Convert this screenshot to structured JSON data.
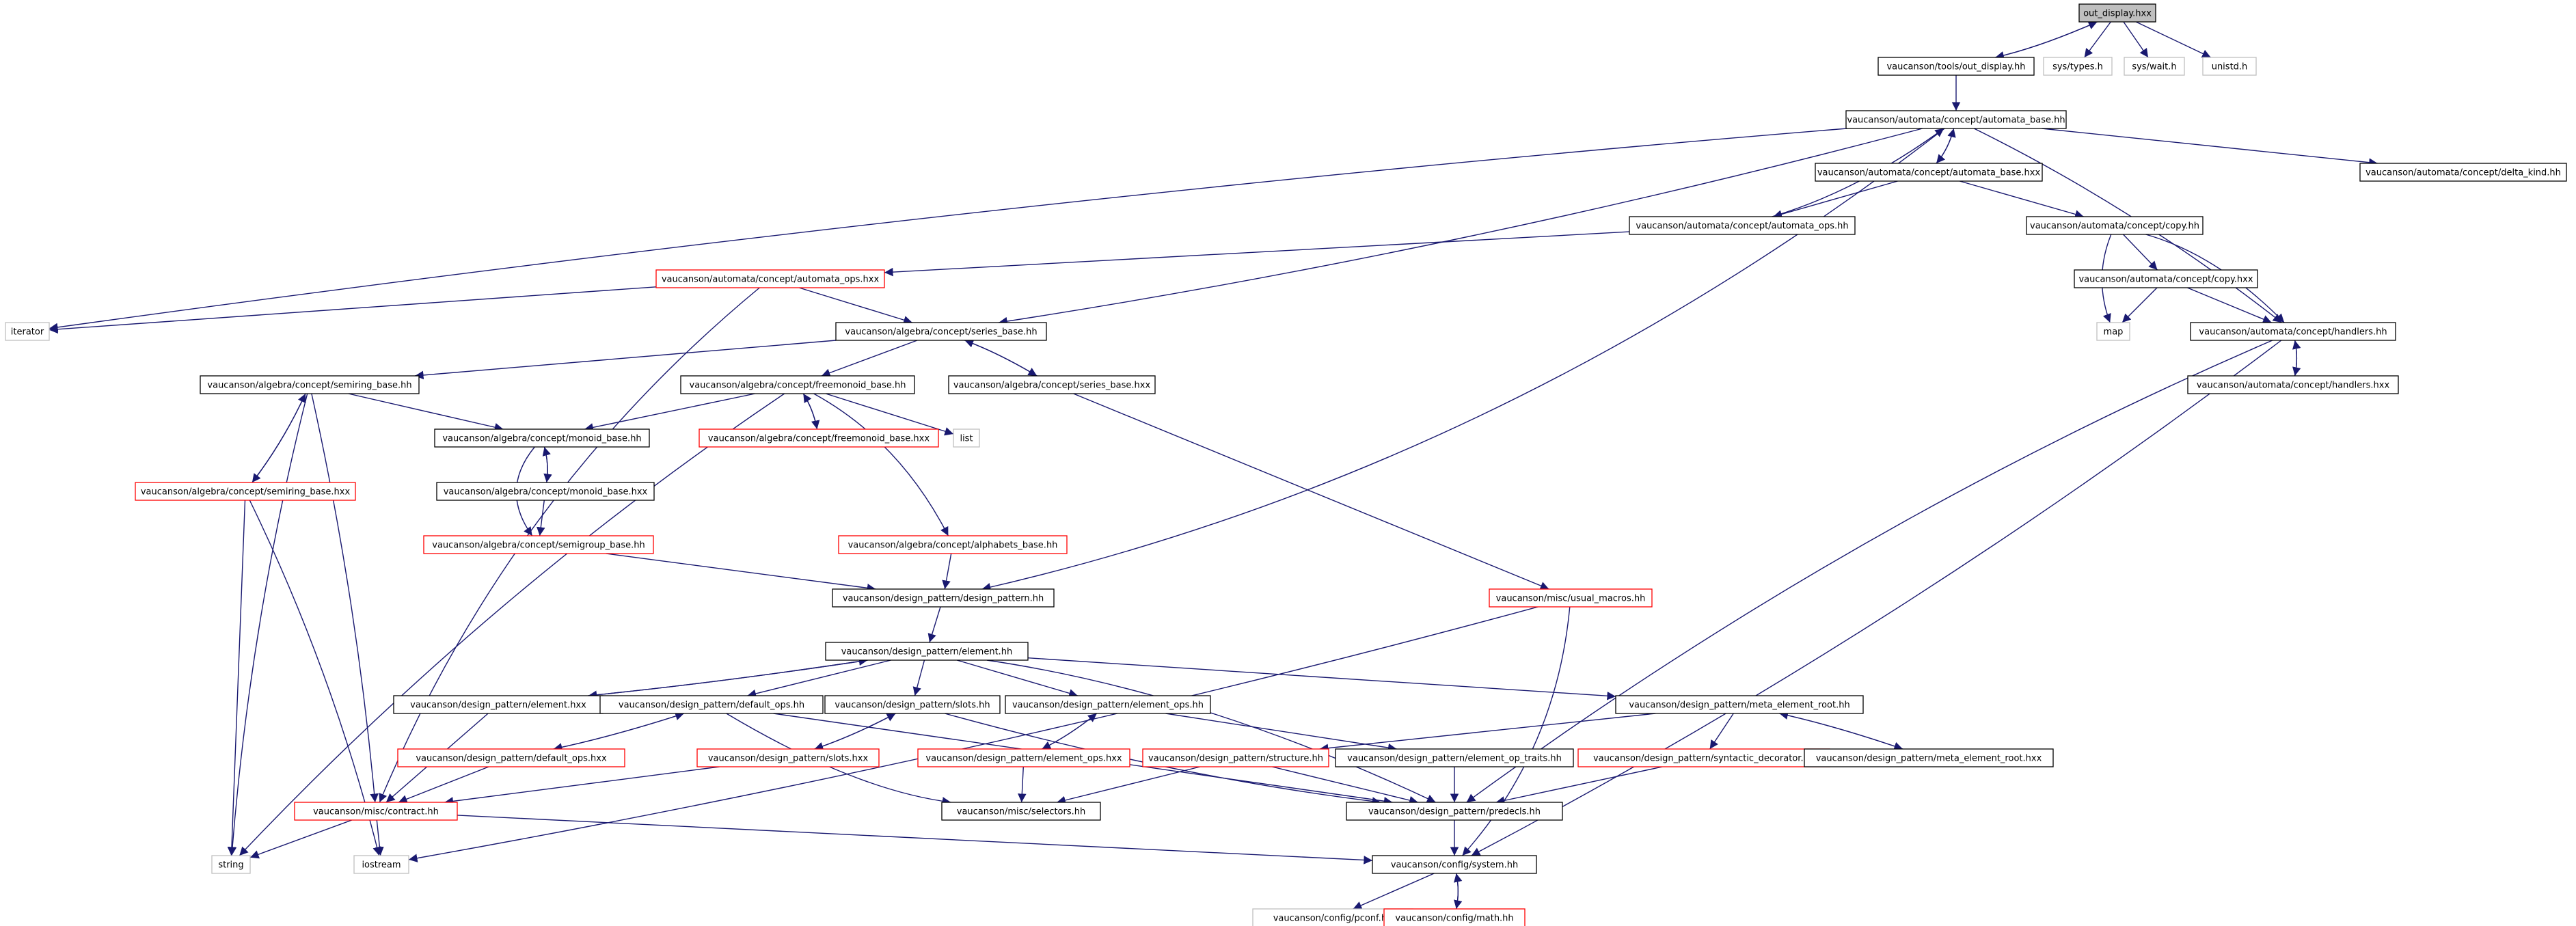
{
  "colors": {
    "edge": "#191970",
    "default_border": "#000000",
    "truncated_border": "#ff0000",
    "external_border": "#bfbfbf",
    "root_fill": "#bfbfbf"
  },
  "nodes": {
    "out_display_hxx": "out_display.hxx",
    "tools_out_display_hh": "vaucanson/tools/out_display.hh",
    "sys_types_h": "sys/types.h",
    "sys_wait_h": "sys/wait.h",
    "unistd_h": "unistd.h",
    "automata_base_hh": "vaucanson/automata/concept/automata_base.hh",
    "automata_base_hxx": "vaucanson/automata/concept/automata_base.hxx",
    "delta_kind_hh": "vaucanson/automata/concept/delta_kind.hh",
    "automata_ops_hh": "vaucanson/automata/concept/automata_ops.hh",
    "copy_hh": "vaucanson/automata/concept/copy.hh",
    "automata_ops_hxx": "vaucanson/automata/concept/automata_ops.hxx",
    "copy_hxx": "vaucanson/automata/concept/copy.hxx",
    "iterator": "iterator",
    "map": "map",
    "handlers_hh": "vaucanson/automata/concept/handlers.hh",
    "series_base_hh": "vaucanson/algebra/concept/series_base.hh",
    "semiring_base_hh": "vaucanson/algebra/concept/semiring_base.hh",
    "freemonoid_base_hh": "vaucanson/algebra/concept/freemonoid_base.hh",
    "series_base_hxx": "vaucanson/algebra/concept/series_base.hxx",
    "handlers_hxx": "vaucanson/automata/concept/handlers.hxx",
    "monoid_base_hh": "vaucanson/algebra/concept/monoid_base.hh",
    "freemonoid_base_hxx": "vaucanson/algebra/concept/freemonoid_base.hxx",
    "list": "list",
    "semiring_base_hxx": "vaucanson/algebra/concept/semiring_base.hxx",
    "monoid_base_hxx": "vaucanson/algebra/concept/monoid_base.hxx",
    "semigroup_base_hh": "vaucanson/algebra/concept/semigroup_base.hh",
    "alphabets_base_hh": "vaucanson/algebra/concept/alphabets_base.hh",
    "design_pattern_hh": "vaucanson/design_pattern/design_pattern.hh",
    "usual_macros_hh": "vaucanson/misc/usual_macros.hh",
    "element_hh": "vaucanson/design_pattern/element.hh",
    "element_hxx": "vaucanson/design_pattern/element.hxx",
    "default_ops_hh": "vaucanson/design_pattern/default_ops.hh",
    "slots_hh": "vaucanson/design_pattern/slots.hh",
    "element_ops_hh": "vaucanson/design_pattern/element_ops.hh",
    "meta_element_root_hh": "vaucanson/design_pattern/meta_element_root.hh",
    "default_ops_hxx": "vaucanson/design_pattern/default_ops.hxx",
    "slots_hxx": "vaucanson/design_pattern/slots.hxx",
    "element_ops_hxx": "vaucanson/design_pattern/element_ops.hxx",
    "structure_hh": "vaucanson/design_pattern/structure.hh",
    "element_op_traits_hh": "vaucanson/design_pattern/element_op_traits.hh",
    "syntactic_decorator_hh": "vaucanson/design_pattern/syntactic_decorator.hh",
    "meta_element_root_hxx": "vaucanson/design_pattern/meta_element_root.hxx",
    "contract_hh": "vaucanson/misc/contract.hh",
    "selectors_hh": "vaucanson/misc/selectors.hh",
    "predecls_hh": "vaucanson/design_pattern/predecls.hh",
    "string": "string",
    "iostream": "iostream",
    "system_hh": "vaucanson/config/system.hh",
    "pconf_hh": "vaucanson/config/pconf.hh",
    "math_hh": "vaucanson/config/math.hh"
  }
}
